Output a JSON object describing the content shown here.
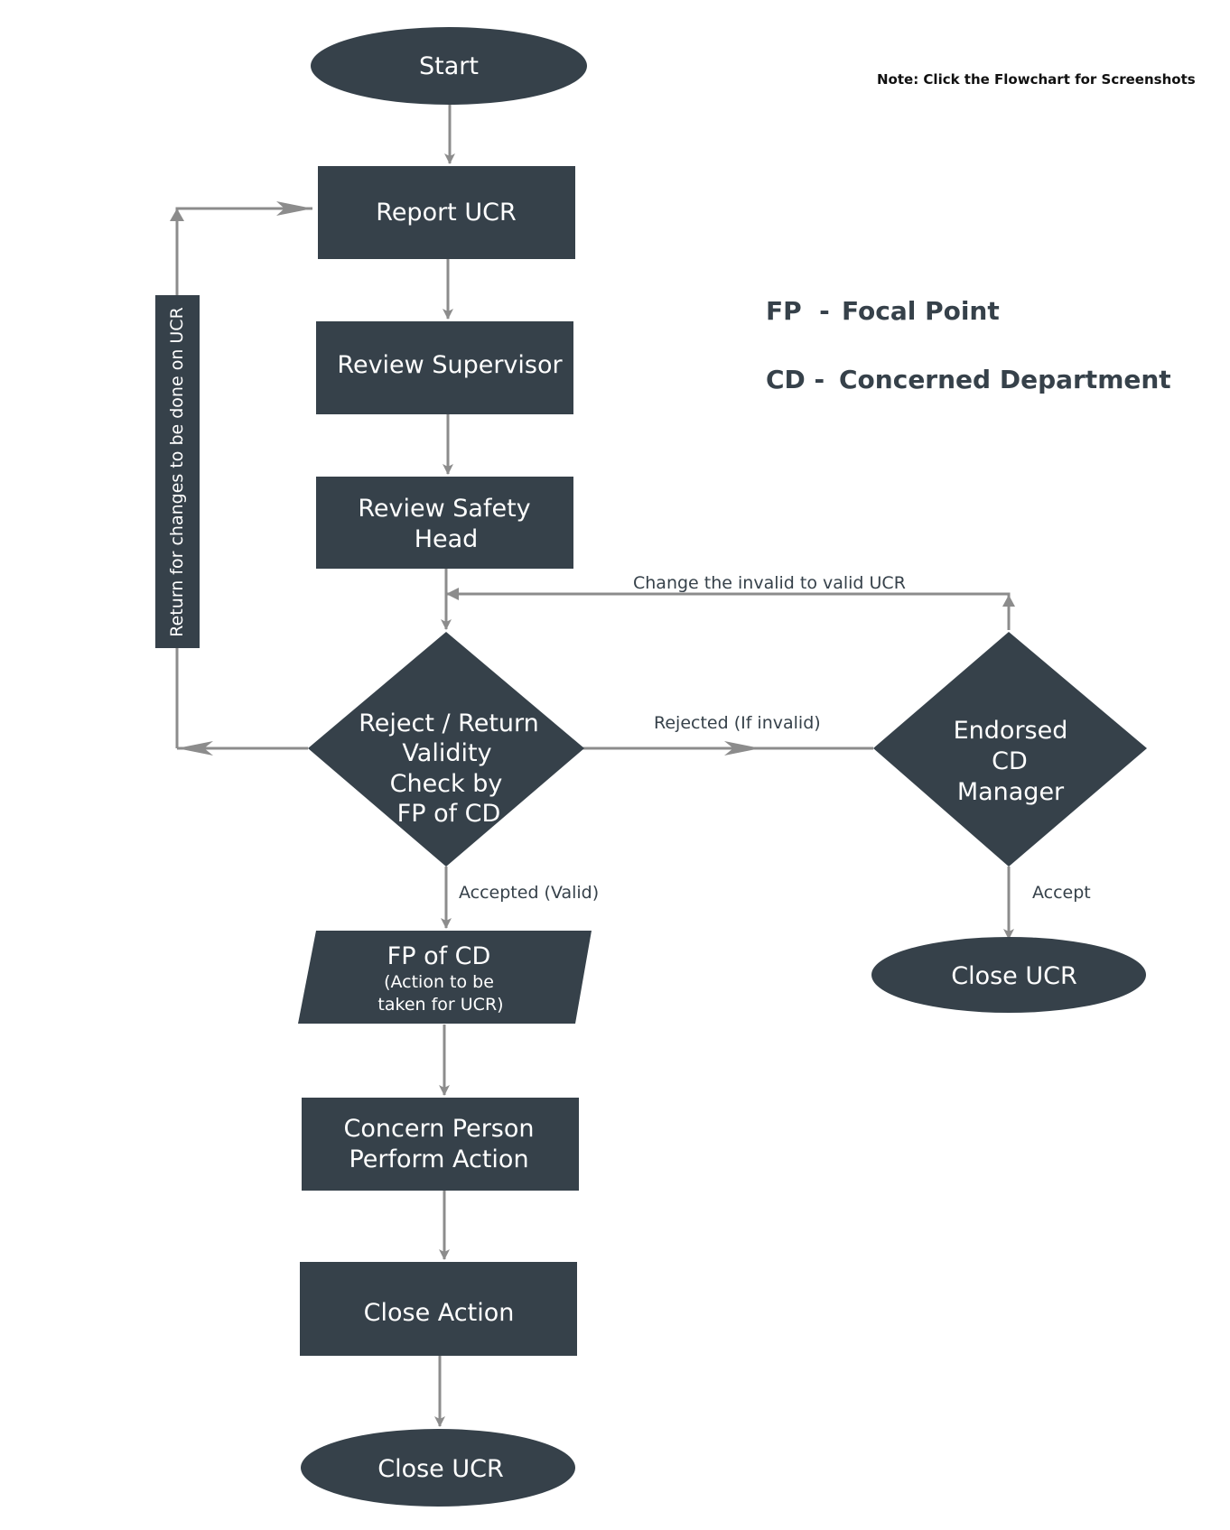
{
  "note": "Note: Click the Flowchart for Screenshots",
  "legend": [
    {
      "abbr": "FP  -",
      "meaning": "Focal Point"
    },
    {
      "abbr": "CD -",
      "meaning": "Concerned Department"
    }
  ],
  "nodes": {
    "start": "Start",
    "report_ucr": "Report UCR",
    "review_supervisor": "Review Supervisor",
    "review_safety_head": [
      "Review Safety",
      "Head"
    ],
    "validity_check": [
      "Reject / Return",
      "Validity",
      "Check by",
      "FP of CD"
    ],
    "endorsed_cd_manager": [
      "Endorsed",
      "CD",
      "Manager"
    ],
    "close_ucr_right": "Close UCR",
    "fp_of_cd": {
      "title": "FP of CD",
      "detail": [
        "(Action to be",
        "taken for UCR)"
      ]
    },
    "concern_person": [
      "Concern Person",
      "Perform Action"
    ],
    "close_action": "Close Action",
    "close_ucr_bottom": "Close UCR"
  },
  "edges": {
    "return_label": "Return for changes to be done on UCR",
    "change_invalid": "Change the invalid to valid UCR",
    "rejected": "Rejected  (If invalid)",
    "accepted": "Accepted (Valid)",
    "accept": "Accept"
  },
  "colors": {
    "node_fill": "#36414a",
    "connector": "#8c8c8c",
    "text": "#ffffff"
  }
}
